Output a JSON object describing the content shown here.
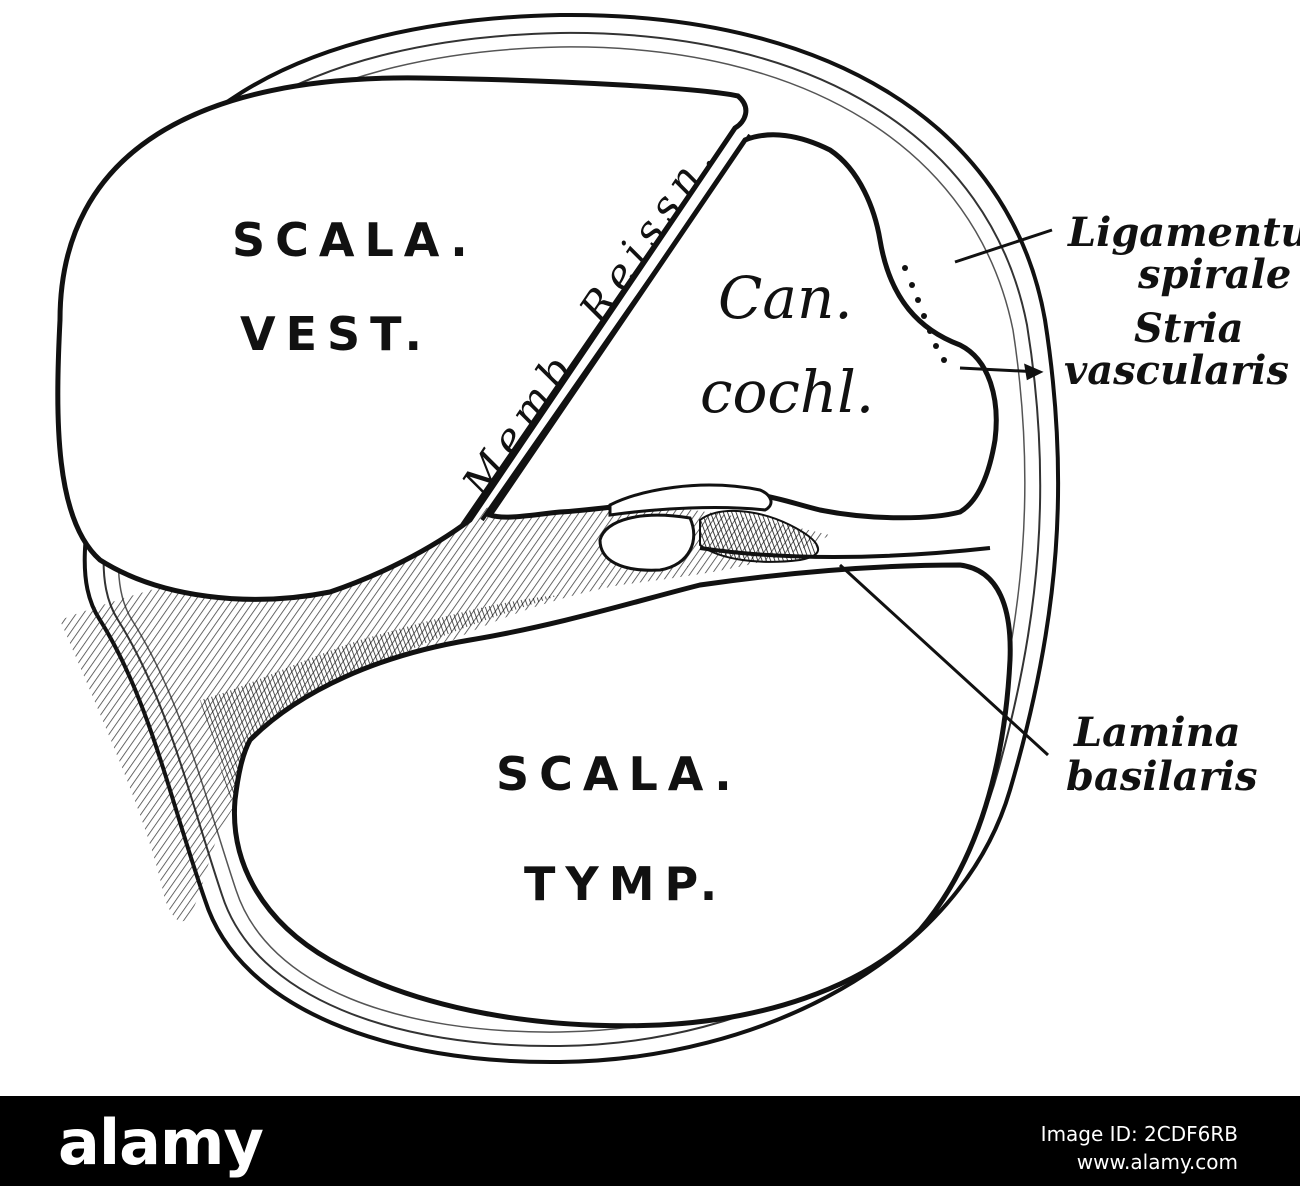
{
  "diagram": {
    "regions": {
      "scala_vest_line1": "SCALA.",
      "scala_vest_line2": "VEST.",
      "can_line1": "Can.",
      "can_line2": "cochl.",
      "scala_tymp_line1": "SCALA.",
      "scala_tymp_line2": "TYMP.",
      "membrane": "Memb. Reissn."
    },
    "labels": {
      "ligamentum_line1": "Ligamentu",
      "ligamentum_line2": "spirale",
      "stria_line1": "Stria",
      "stria_line2": "vascularis",
      "lamina_line1": "Lamina",
      "lamina_line2": "basilaris"
    }
  },
  "footer": {
    "logo": "alamy",
    "image_id": "Image ID: 2CDF6RB",
    "site": "www.alamy.com"
  }
}
